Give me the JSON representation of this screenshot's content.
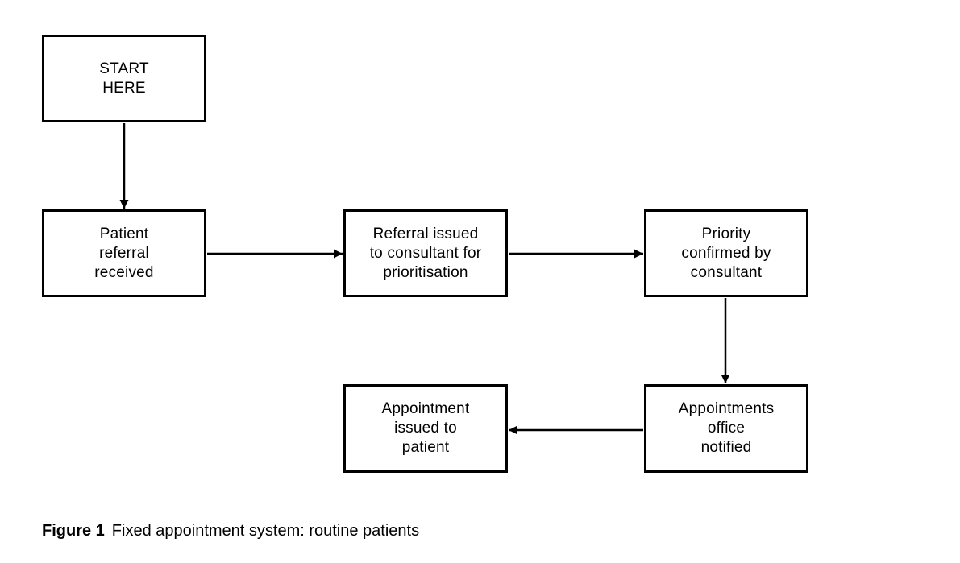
{
  "diagram": {
    "type": "flowchart",
    "nodes": [
      {
        "id": "start",
        "label": "START\nHERE"
      },
      {
        "id": "patient-referral",
        "label": "Patient\nreferral\nreceived"
      },
      {
        "id": "referral-issued",
        "label": "Referral issued\nto consultant for\nprioritisation"
      },
      {
        "id": "priority-confirmed",
        "label": "Priority\nconfirmed by\nconsultant"
      },
      {
        "id": "appointments-office",
        "label": "Appointments\noffice\nnotified"
      },
      {
        "id": "appointment-issued",
        "label": "Appointment\nissued to\npatient"
      }
    ],
    "edges": [
      {
        "from": "start",
        "to": "patient-referral",
        "direction": "down"
      },
      {
        "from": "patient-referral",
        "to": "referral-issued",
        "direction": "right"
      },
      {
        "from": "referral-issued",
        "to": "priority-confirmed",
        "direction": "right"
      },
      {
        "from": "priority-confirmed",
        "to": "appointments-office",
        "direction": "down"
      },
      {
        "from": "appointments-office",
        "to": "appointment-issued",
        "direction": "left"
      }
    ]
  },
  "caption": {
    "label": "Figure 1",
    "text": "Fixed appointment system: routine patients"
  },
  "colors": {
    "line": "#000000",
    "text": "#000000",
    "background": "#ffffff"
  }
}
